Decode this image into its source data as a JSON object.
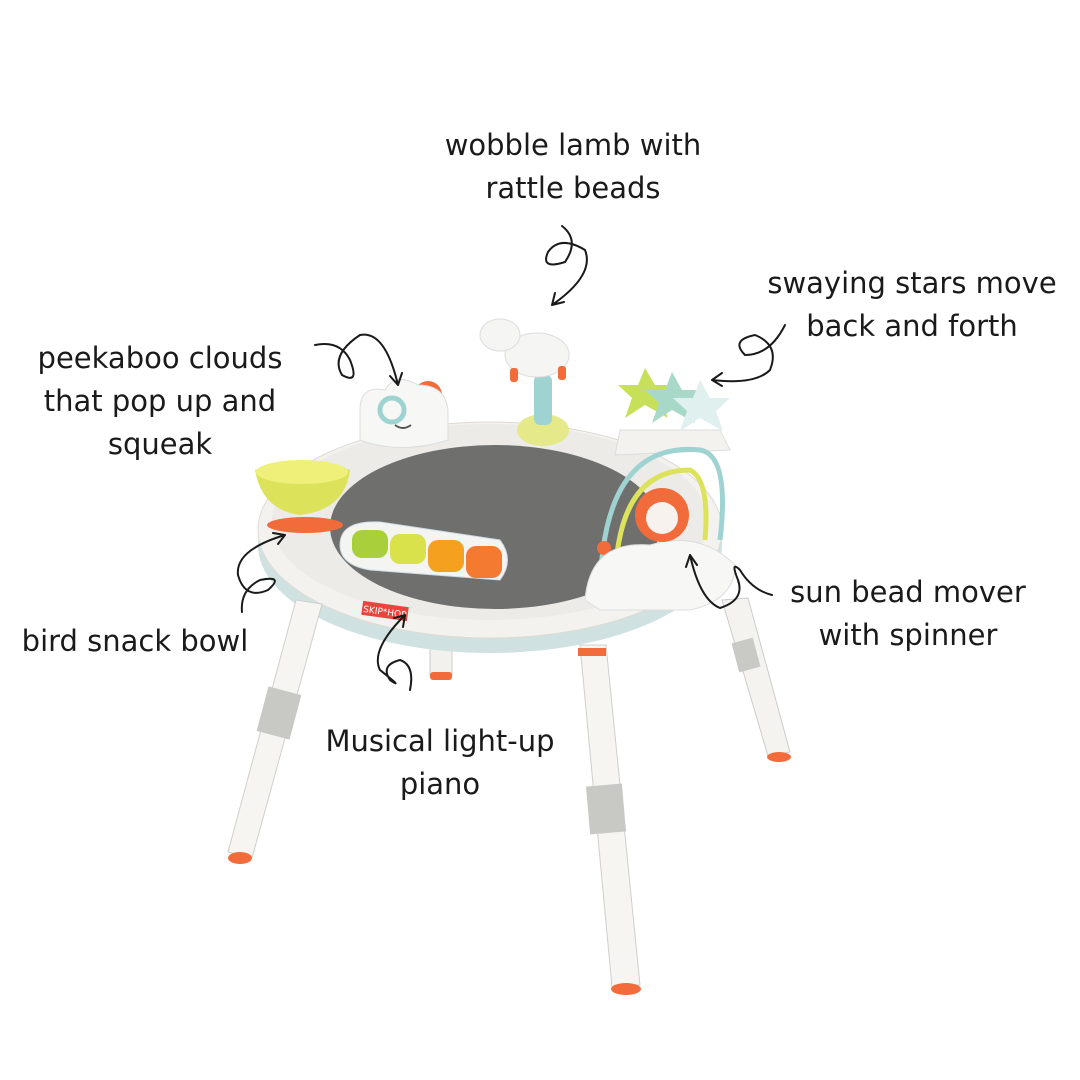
{
  "labels": {
    "lamb": [
      "wobble lamb with",
      "rattle beads"
    ],
    "stars": [
      "swaying stars move",
      "back and forth"
    ],
    "clouds": [
      "peekaboo clouds",
      "that pop up and",
      "squeak"
    ],
    "bowl": [
      "bird snack bowl"
    ],
    "sun": [
      "sun bead mover",
      "with spinner"
    ],
    "piano": [
      "Musical light-up",
      "piano"
    ]
  },
  "brand_logo": "SKIP*HOP",
  "colors": {
    "tray": "#f4f2ee",
    "mat": "#6f706e",
    "accent_orange": "#f26b3a",
    "accent_green": "#b6d33c",
    "accent_teal": "#9fd3d2",
    "text": "#1a1a1a"
  }
}
